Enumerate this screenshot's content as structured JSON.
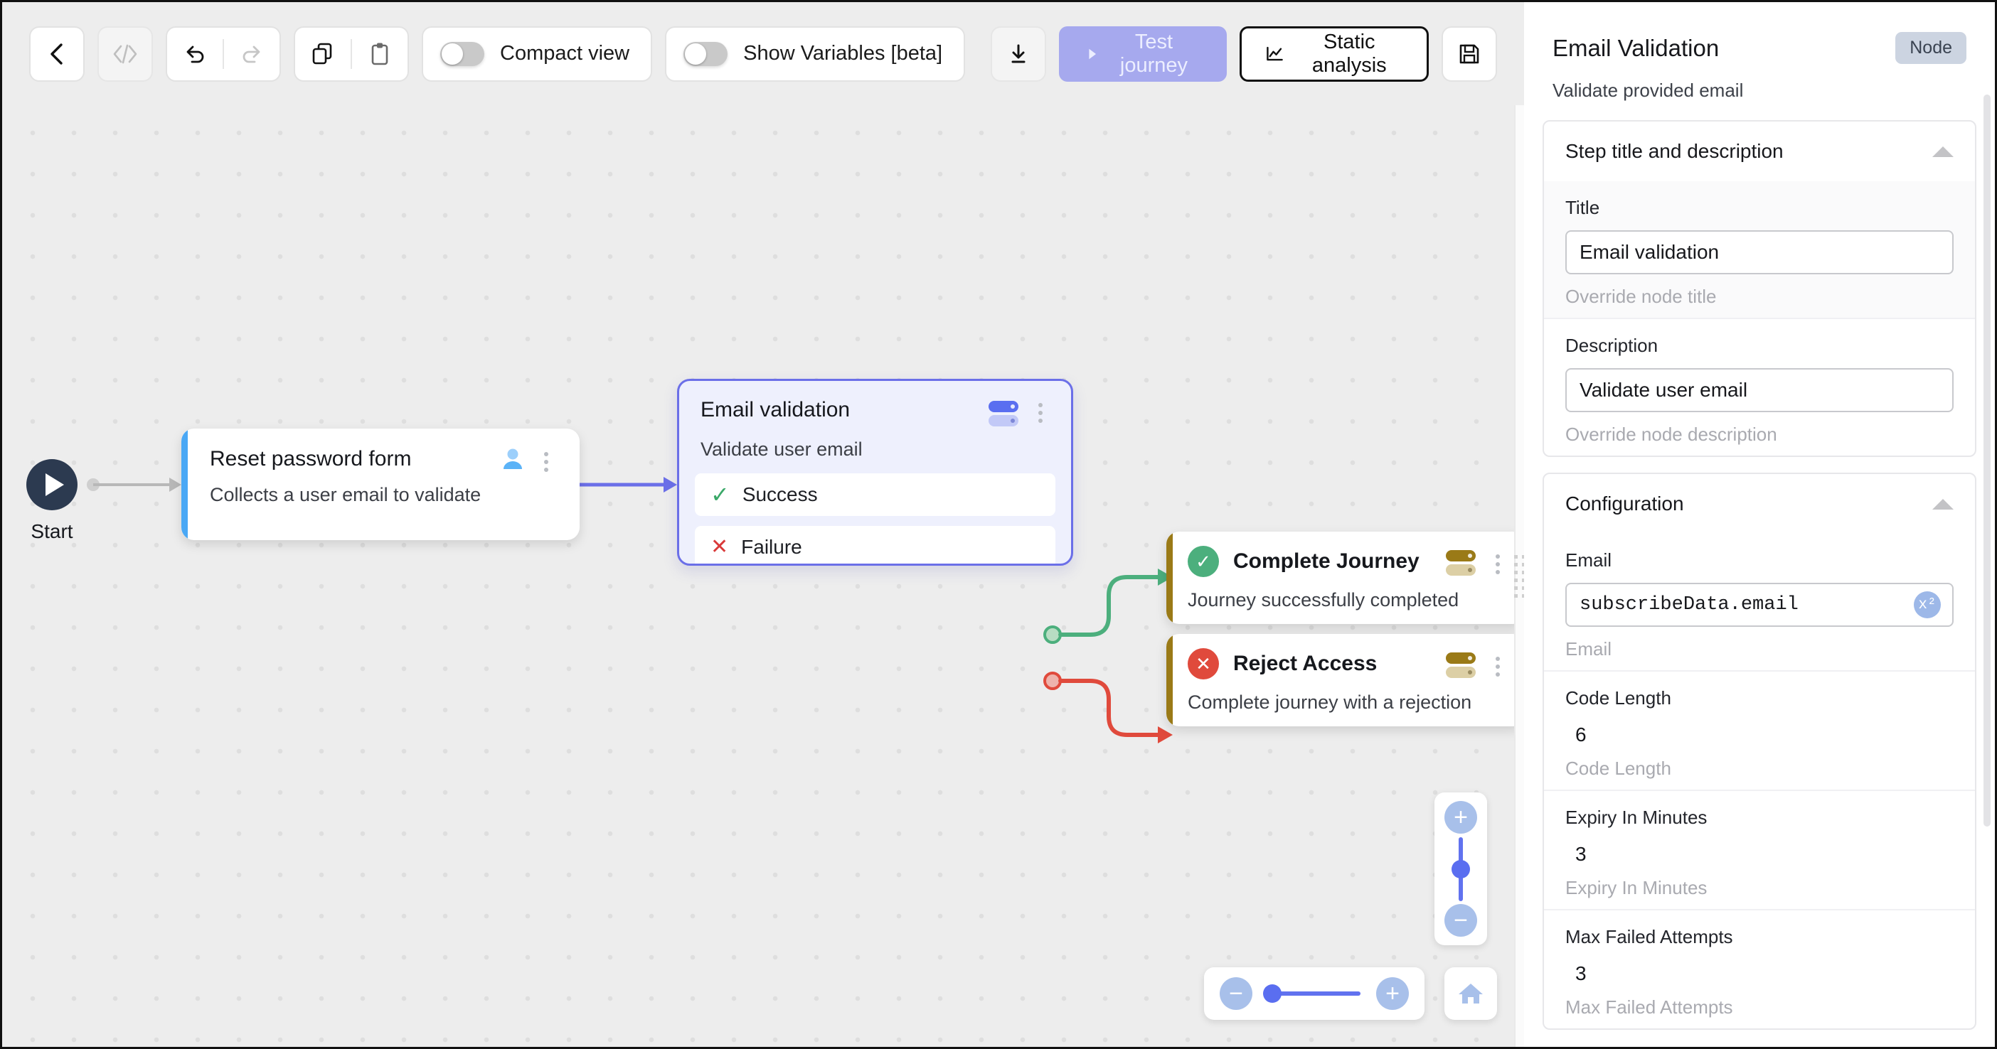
{
  "toolbar": {
    "back_icon": "chevron-left-icon",
    "code_icon": "code-brackets-icon",
    "undo_icon": "undo-icon",
    "redo_icon": "redo-icon",
    "copy_icon": "copy-icon",
    "paste_icon": "clipboard-icon",
    "compact_view_label": "Compact view",
    "compact_view_on": false,
    "show_variables_label": "Show Variables [beta]",
    "show_variables_on": false,
    "download_icon": "download-icon",
    "test_journey_label": "Test journey",
    "static_analysis_label": "Static analysis",
    "save_icon": "save-icon"
  },
  "canvas": {
    "start_label": "Start",
    "nodes": [
      {
        "title": "Reset password form",
        "description": "Collects a user email to validate",
        "accent": "#4aa8f5",
        "icon": "person-icon"
      },
      {
        "title": "Email validation",
        "description": "Validate user email",
        "accent": "#6b6fe8",
        "icon": "variable-badge-icon",
        "outcomes": [
          {
            "label": "Success",
            "icon": "check-icon",
            "color": "#3aa868"
          },
          {
            "label": "Failure",
            "icon": "x-icon",
            "color": "#d93a3a"
          }
        ]
      },
      {
        "title": "Complete Journey",
        "description": "Journey successfully completed",
        "accent": "#9a7a17",
        "icon": "check-circle-icon",
        "status_color": "#4caf7d"
      },
      {
        "title": "Reject Access",
        "description": "Complete journey with a rejection",
        "accent": "#9a7a17",
        "icon": "x-circle-icon",
        "status_color": "#e04a3c"
      }
    ],
    "zoom_in_icon": "plus-icon",
    "zoom_out_icon": "minus-icon",
    "fit_view_icon": "home-icon"
  },
  "inspector": {
    "title": "Email Validation",
    "type_badge": "Node",
    "subtitle": "Validate provided email",
    "sections": [
      {
        "heading": "Step title and description",
        "collapse_icon": "caret-up-icon",
        "fields": [
          {
            "label": "Title",
            "value": "Email validation",
            "help": "Override node title",
            "boxed": true,
            "tinted": true
          },
          {
            "label": "Description",
            "value": "Validate user email",
            "help": "Override node description",
            "boxed": true,
            "tinted": false
          }
        ]
      },
      {
        "heading": "Configuration",
        "collapse_icon": "caret-up-icon",
        "fields": [
          {
            "label": "Email",
            "value": "subscribeData.email",
            "help": "Email",
            "boxed": true,
            "mono": true,
            "badge": "x2",
            "tinted": false
          },
          {
            "label": "Code Length",
            "value": "6",
            "help": "Code Length",
            "boxed": false,
            "tinted": false
          },
          {
            "label": "Expiry In Minutes",
            "value": "3",
            "help": "Expiry In Minutes",
            "boxed": false,
            "tinted": false
          },
          {
            "label": "Max Failed Attempts",
            "value": "3",
            "help": "Max Failed Attempts",
            "boxed": false,
            "tinted": false
          }
        ]
      }
    ]
  }
}
